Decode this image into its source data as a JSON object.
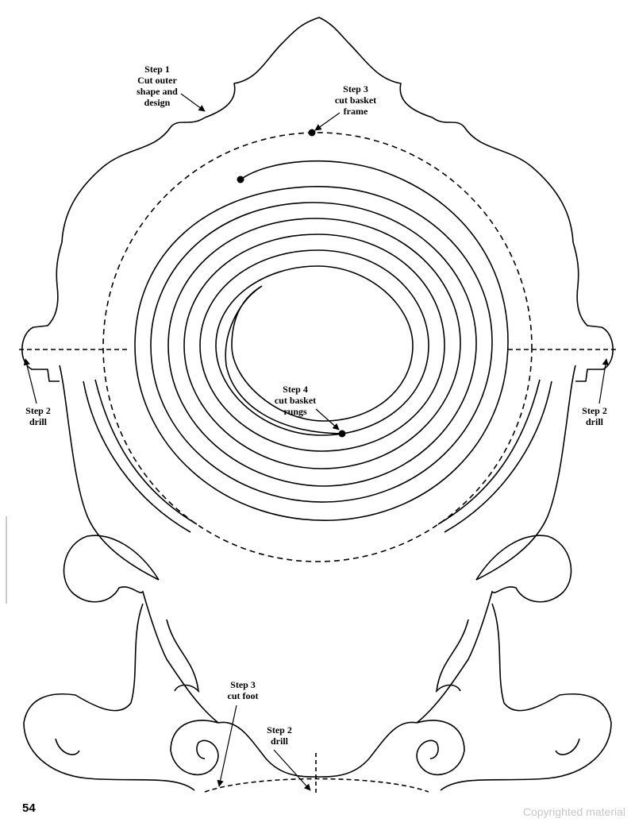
{
  "labels": {
    "step1": [
      "Step 1",
      "Cut outer",
      "shape and",
      "design"
    ],
    "step3_frame": [
      "Step 3",
      "cut basket",
      "frame"
    ],
    "step2_left": [
      "Step 2",
      "drill"
    ],
    "step2_right": [
      "Step 2",
      "drill"
    ],
    "step4": [
      "Step 4",
      "cut basket",
      "rungs"
    ],
    "step3_foot": [
      "Step 3",
      "cut foot"
    ],
    "step2_bottom": [
      "Step 2",
      "drill"
    ]
  },
  "footer": {
    "page_number": "54",
    "watermark": "Copyrighted material"
  },
  "colors": {
    "line": "#000000",
    "background": "#ffffff",
    "watermark": "#c8c8c8"
  }
}
